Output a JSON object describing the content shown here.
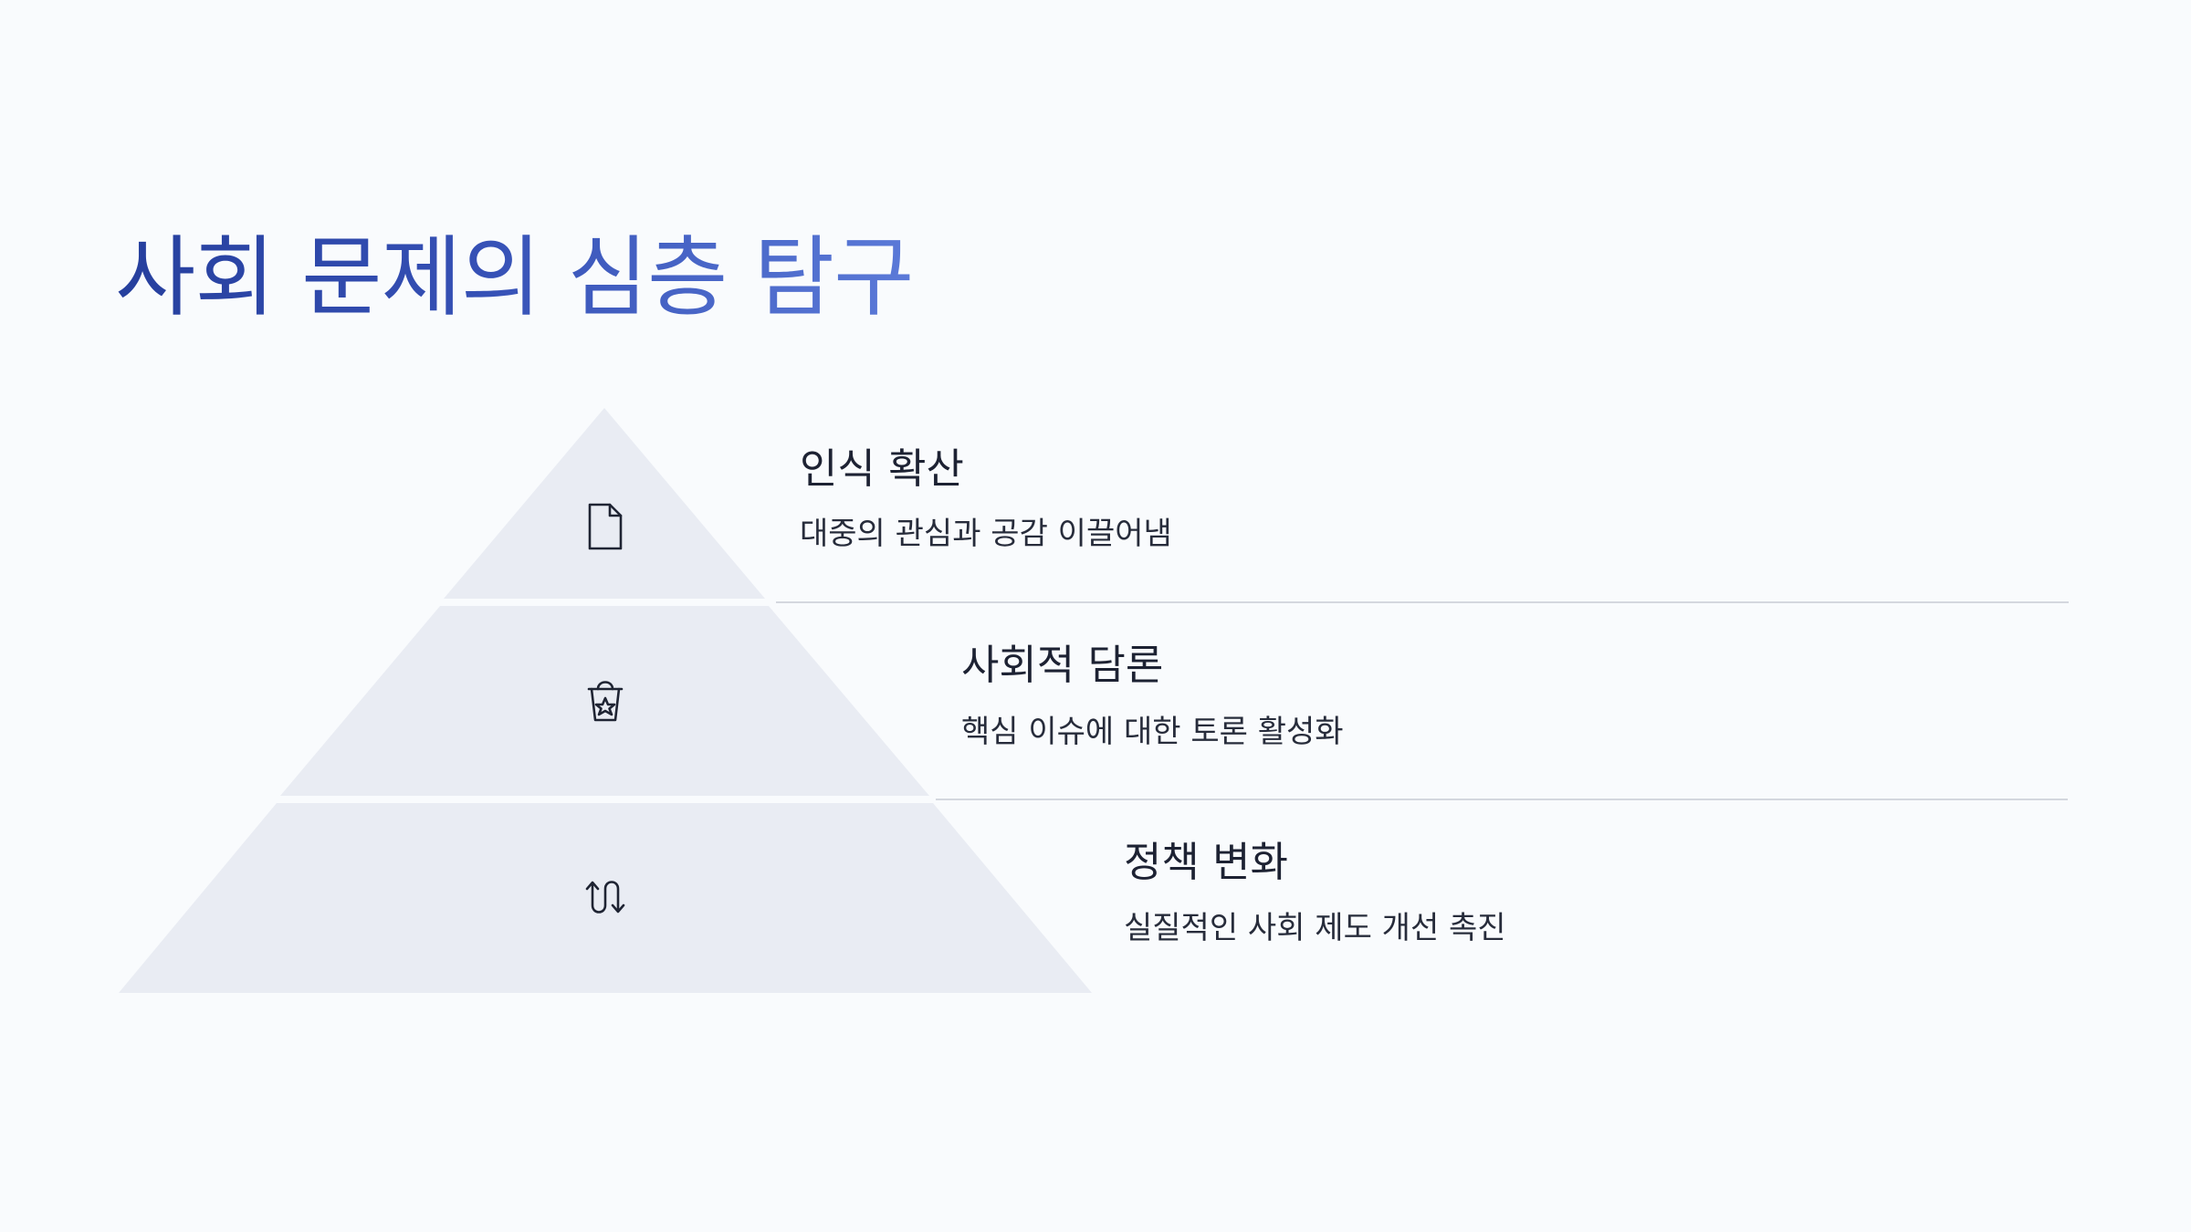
{
  "title": "사회 문제의 심층 탐구",
  "levels": [
    {
      "heading": "인식 확산",
      "description": "대중의 관심과 공감 이끌어냄",
      "icon": "document-icon"
    },
    {
      "heading": "사회적 담론",
      "description": "핵심 이슈에 대한 토론 활성화",
      "icon": "recycle-star-bin-icon"
    },
    {
      "heading": "정책 변화",
      "description": "실질적인 사회 제도 개선 촉진",
      "icon": "route-arrows-icon"
    }
  ],
  "colors": {
    "background": "#f9fbfd",
    "tier_fill": "#e9ecf3",
    "title_start": "#263f9d",
    "title_end": "#5b7ad8",
    "text": "#1d2233",
    "divider": "#d4d7de"
  }
}
